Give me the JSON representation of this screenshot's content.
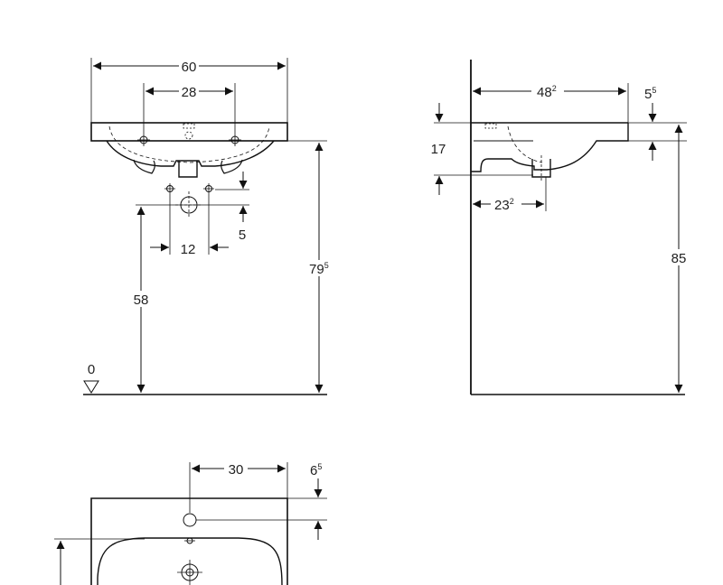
{
  "front_view": {
    "overall_width": "60",
    "tap_hole_spacing": "28",
    "trap_connection_spacing": "12",
    "trap_connection_drop": "5",
    "drain_height": "58",
    "rim_height": {
      "main": "79",
      "sup": "5"
    },
    "floor_level": "0"
  },
  "side_view": {
    "depth": {
      "main": "48",
      "sup": "2"
    },
    "rim_thickness": {
      "main": "5",
      "sup": "5"
    },
    "bowl_height": "17",
    "drain_offset": {
      "main": "23",
      "sup": "2"
    },
    "total_height": "85"
  },
  "top_view": {
    "tap_hole_offset": "30",
    "tap_hole_from_wall": {
      "main": "6",
      "sup": "5"
    }
  }
}
